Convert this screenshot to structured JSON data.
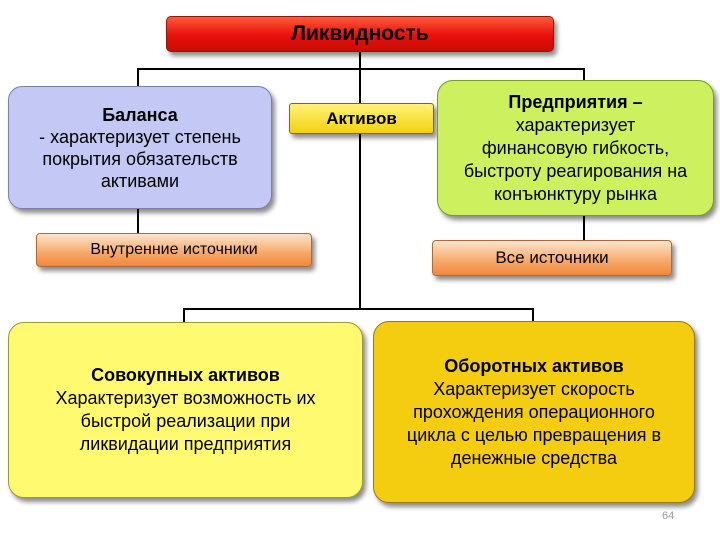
{
  "title": "Ликвидность",
  "balance": {
    "heading": "Баланса",
    "lines": [
      "- характеризует степень",
      "покрытия обязательств",
      "активами"
    ]
  },
  "assets": {
    "label": "Активов"
  },
  "enterprise": {
    "heading": "Предприятия –",
    "lines": [
      "характеризует",
      "финансовую гибкость,",
      "быстроту реагирования на",
      "конъюнктуру рынка"
    ]
  },
  "sources": {
    "internal": "Внутренние источники",
    "all": "Все источники"
  },
  "total_assets": {
    "heading": "Совокупных активов",
    "lines": [
      "Характеризует возможность их",
      "быстрой реализации при",
      "ликвидации предприятия"
    ]
  },
  "current_assets": {
    "heading": "Оборотных активов",
    "lines": [
      "Характеризует скорость",
      "прохождения  операционного",
      "цикла с целью превращения в",
      "денежные средства"
    ]
  },
  "page_number": "64",
  "colors": {
    "title_fill": "#e8100a",
    "balance_fill": "#c4c8f4",
    "assets_fill": "#f3d20a",
    "enterprise_fill": "#ccf05e",
    "sources_fill": "#f7a768",
    "total_assets_fill": "#fffa70",
    "current_assets_fill": "#f4cc10"
  }
}
